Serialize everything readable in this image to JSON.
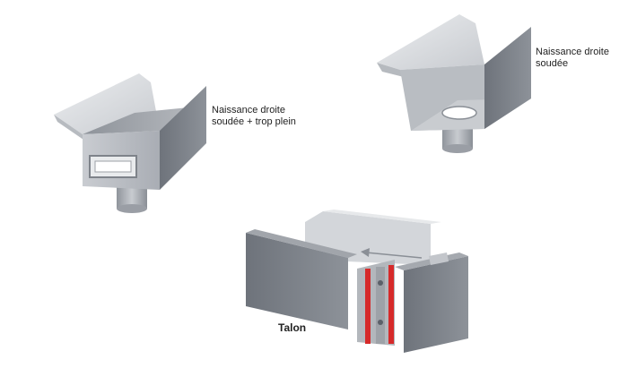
{
  "labels": {
    "left_line1": "Naissance droite",
    "left_line2": "soudée + trop plein",
    "right_line1": "Naissance droite",
    "right_line2": "soudée",
    "bottom": "Talon"
  },
  "colors": {
    "background": "#ffffff",
    "steel_light": "#d6d8dc",
    "steel_mid": "#a9adb4",
    "steel_dark": "#6f747c",
    "steel_darker": "#5b6069",
    "gasket_red": "#d62a2a",
    "arrow": "#8a8f96"
  }
}
